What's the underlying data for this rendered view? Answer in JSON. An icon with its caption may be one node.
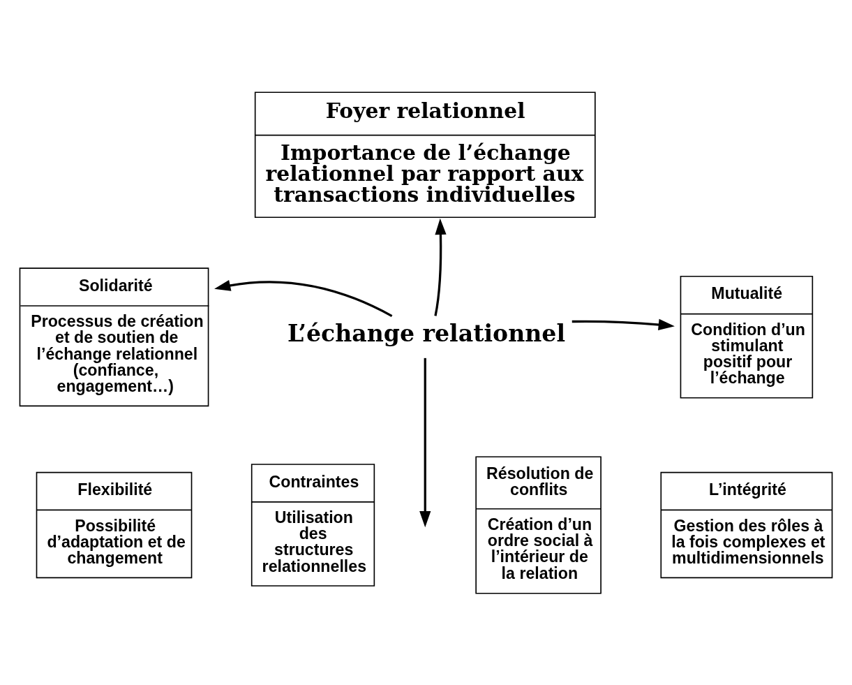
{
  "diagram": {
    "nodes": [
      {
        "text": [
          "Foyer relationnel",
          "Importance de l’échange relationnel par rapport aux transactions individuelles"
        ]
      },
      {
        "text": [
          "Solidarité",
          "Processus de création et de soutien de l’échange relationnel (confiance, engagement…)"
        ]
      },
      {
        "text": [
          "L’échange relationnel"
        ]
      },
      {
        "text": [
          "Mutualité",
          "Condition d’un stimulant positif pour l’échange"
        ]
      },
      {
        "text": [
          "Flexibilité",
          "Possibilité d’adaptation et de changement"
        ]
      },
      {
        "text": [
          "Contraintes",
          "Utilisation des structures relationnelles"
        ]
      },
      {
        "text": [
          "Résolution de conflits",
          "Création d’un ordre social à l’intérieur de la relation"
        ]
      },
      {
        "text": [
          "L’intégrité",
          "Gestion des rôles à la fois complexes et multidimensionnels"
        ]
      }
    ],
    "edges": [
      {
        "from": 2,
        "to": 0,
        "arrow": "to"
      },
      {
        "from": 2,
        "to": 1,
        "arrow": "to"
      },
      {
        "from": 2,
        "to": 3,
        "arrow": "to"
      },
      {
        "from": 2,
        "to": null,
        "arrow": "to"
      }
    ]
  }
}
